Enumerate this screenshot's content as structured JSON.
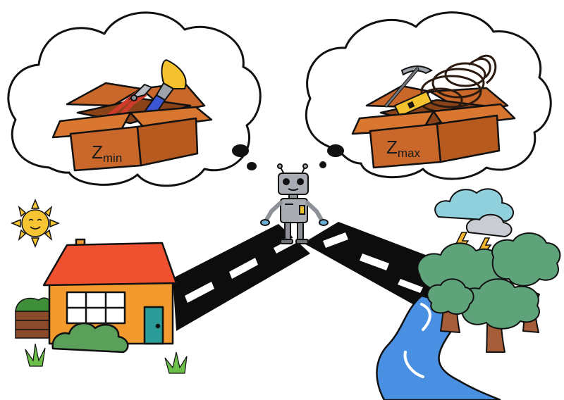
{
  "labels": {
    "box_left_main": "Z",
    "box_left_sub": "min",
    "box_right_main": "Z",
    "box_right_sub": "max"
  },
  "colors": {
    "road": "#0d0d0d",
    "road_marking": "#ffffff",
    "box": "#c9682a",
    "box_inner": "#8a4319",
    "house_wall": "#f39a2f",
    "house_roof": "#ee5030",
    "sun": "#f7c531",
    "river": "#4a90e2",
    "tree_leaf": "#5fa37b",
    "tree_trunk": "#a65d3a",
    "cloud": "#8fd0dc",
    "lightning": "#f2b530",
    "robot": "#a9acb3"
  },
  "icons": {
    "left_box_tools": [
      "pliers-icon",
      "paintbrush-icon"
    ],
    "right_box_tools": [
      "pickaxe-icon",
      "rope-icon",
      "level-icon"
    ],
    "scene": [
      "robot-icon",
      "house-icon",
      "sun-icon",
      "forest-icon",
      "river-icon",
      "storm-cloud-icon"
    ]
  }
}
